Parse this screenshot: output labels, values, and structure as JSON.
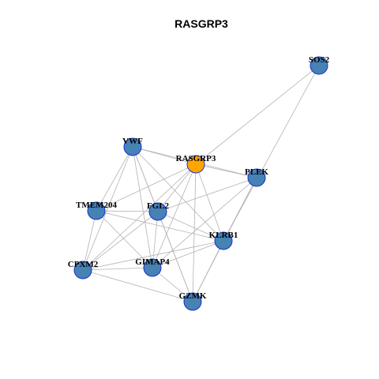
{
  "title": "RASGRP3",
  "colors": {
    "edge": "#b3b3b3",
    "node_fill": "#4682b4",
    "node_stroke": "#1c2fcf",
    "focus_fill": "#ffa500",
    "focus_stroke": "#1c2fcf",
    "label": "#000000"
  },
  "nodes": [
    {
      "id": "SOS2",
      "label": "SOS2",
      "focus": false
    },
    {
      "id": "VWF",
      "label": "VWF",
      "focus": false
    },
    {
      "id": "RASGRP3",
      "label": "RASGRP3",
      "focus": true
    },
    {
      "id": "PLEK",
      "label": "PLEK",
      "focus": false
    },
    {
      "id": "TMEM204",
      "label": "TMEM204",
      "focus": false
    },
    {
      "id": "FGL2",
      "label": "FGL2",
      "focus": false
    },
    {
      "id": "KLRB1",
      "label": "KLRB1",
      "focus": false
    },
    {
      "id": "CPXM2",
      "label": "CPXM2",
      "focus": false
    },
    {
      "id": "GIMAP4",
      "label": "GIMAP4",
      "focus": false
    },
    {
      "id": "GZMK",
      "label": "GZMK",
      "focus": false
    }
  ],
  "edges": [
    [
      "SOS2",
      "RASGRP3"
    ],
    [
      "SOS2",
      "KLRB1"
    ],
    [
      "VWF",
      "RASGRP3"
    ],
    [
      "VWF",
      "PLEK"
    ],
    [
      "VWF",
      "TMEM204"
    ],
    [
      "VWF",
      "FGL2"
    ],
    [
      "VWF",
      "KLRB1"
    ],
    [
      "VWF",
      "CPXM2"
    ],
    [
      "VWF",
      "GIMAP4"
    ],
    [
      "VWF",
      "GZMK"
    ],
    [
      "RASGRP3",
      "PLEK"
    ],
    [
      "RASGRP3",
      "TMEM204"
    ],
    [
      "RASGRP3",
      "FGL2"
    ],
    [
      "RASGRP3",
      "KLRB1"
    ],
    [
      "RASGRP3",
      "CPXM2"
    ],
    [
      "RASGRP3",
      "GIMAP4"
    ],
    [
      "RASGRP3",
      "GZMK"
    ],
    [
      "PLEK",
      "FGL2"
    ],
    [
      "PLEK",
      "KLRB1"
    ],
    [
      "PLEK",
      "GIMAP4"
    ],
    [
      "PLEK",
      "GZMK"
    ],
    [
      "TMEM204",
      "FGL2"
    ],
    [
      "TMEM204",
      "KLRB1"
    ],
    [
      "TMEM204",
      "CPXM2"
    ],
    [
      "TMEM204",
      "GIMAP4"
    ],
    [
      "FGL2",
      "KLRB1"
    ],
    [
      "FGL2",
      "CPXM2"
    ],
    [
      "FGL2",
      "GIMAP4"
    ],
    [
      "FGL2",
      "GZMK"
    ],
    [
      "KLRB1",
      "CPXM2"
    ],
    [
      "KLRB1",
      "GIMAP4"
    ],
    [
      "KLRB1",
      "GZMK"
    ],
    [
      "CPXM2",
      "GIMAP4"
    ],
    [
      "CPXM2",
      "GZMK"
    ],
    [
      "GIMAP4",
      "GZMK"
    ]
  ]
}
